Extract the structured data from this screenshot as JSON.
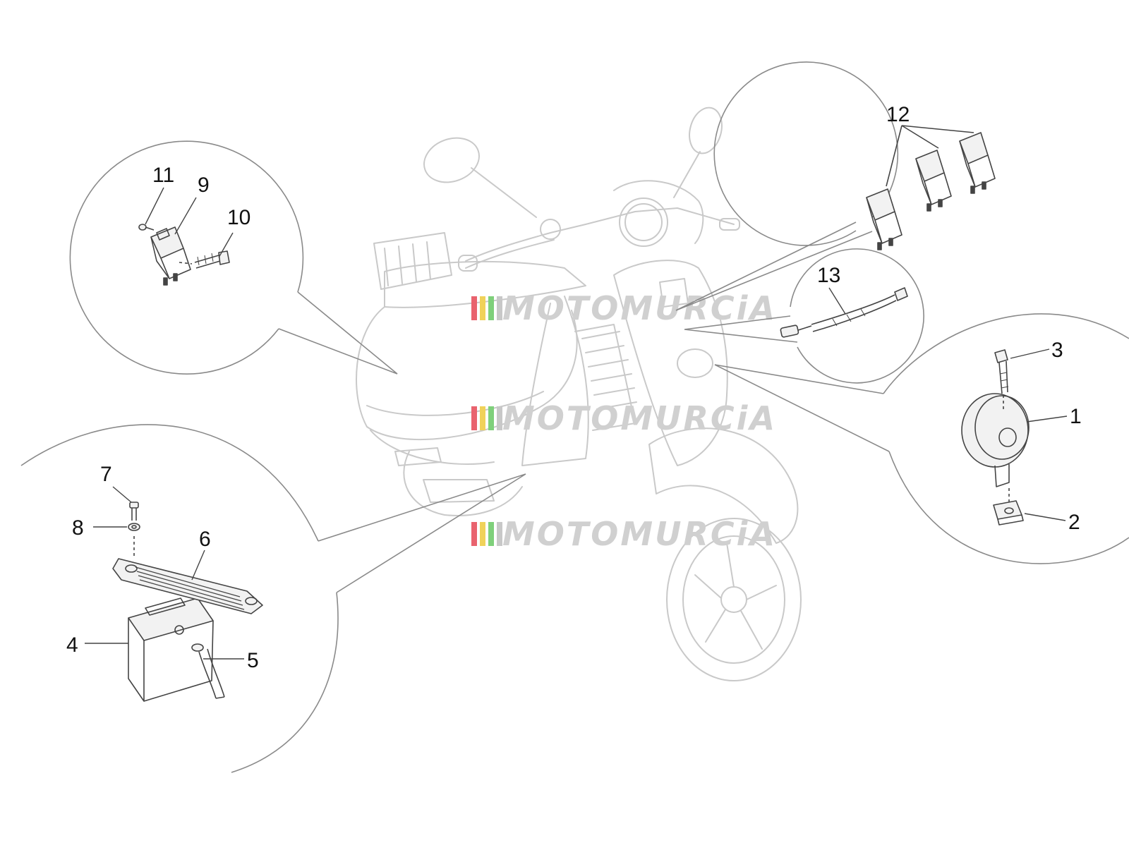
{
  "callouts": [
    {
      "id": "1",
      "label": "1"
    },
    {
      "id": "2",
      "label": "2"
    },
    {
      "id": "3",
      "label": "3"
    },
    {
      "id": "4",
      "label": "4"
    },
    {
      "id": "5",
      "label": "5"
    },
    {
      "id": "6",
      "label": "6"
    },
    {
      "id": "7",
      "label": "7"
    },
    {
      "id": "8",
      "label": "8"
    },
    {
      "id": "9",
      "label": "9"
    },
    {
      "id": "10",
      "label": "10"
    },
    {
      "id": "11",
      "label": "11"
    },
    {
      "id": "12",
      "label": "12"
    },
    {
      "id": "13",
      "label": "13"
    }
  ],
  "watermark": {
    "text": "MOTOMURCiA",
    "stripe_colors": [
      "#e9636e",
      "#f0d25a",
      "#7fd07b",
      "#c8c8c8"
    ],
    "text_color": "#d0d0d0"
  },
  "colors": {
    "scooter_outline": "#c9c9c9",
    "part_line": "#444444",
    "circle_line": "#8a8a8a"
  }
}
